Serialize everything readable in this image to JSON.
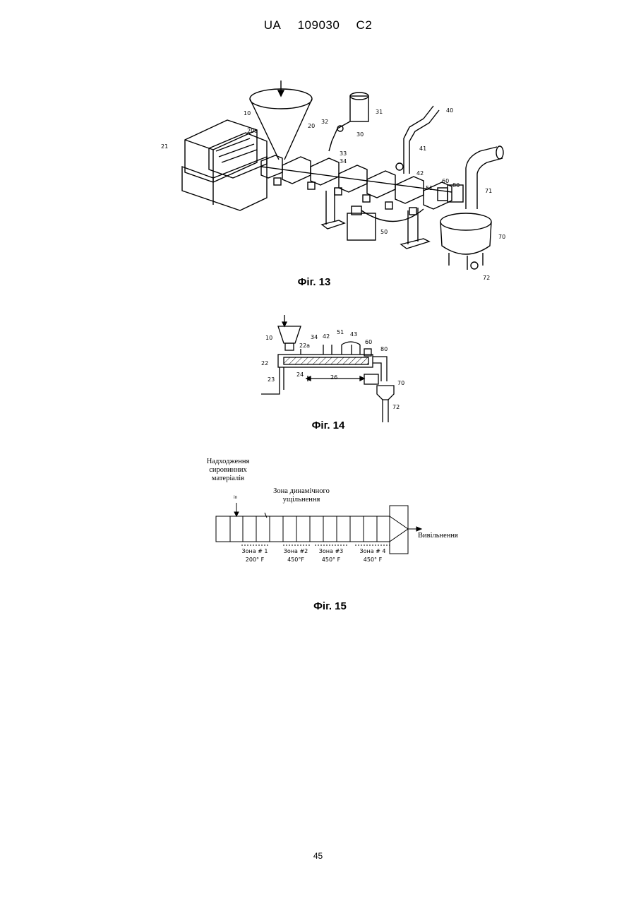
{
  "header": {
    "country": "UA",
    "number": "109030",
    "kind": "C2"
  },
  "fig13": {
    "caption": "Фіг. 13",
    "labels": [
      "10",
      "20a",
      "20",
      "21",
      "31",
      "32",
      "30",
      "33",
      "34",
      "40",
      "41",
      "42",
      "51",
      "60",
      "80",
      "71",
      "70",
      "72",
      "50"
    ]
  },
  "fig14": {
    "caption": "Фіг. 14",
    "labels": [
      "10",
      "22a",
      "34",
      "42",
      "51",
      "43",
      "60",
      "80",
      "22",
      "23",
      "24",
      "26",
      "70",
      "72"
    ]
  },
  "fig15": {
    "caption": "Фіг. 15",
    "feed_label": "Надходження сировинних матеріалів",
    "in_label": "in",
    "zone_label": "Зона динамічного ущільнення",
    "release_label": "Вивільнення",
    "zones": [
      {
        "name": "Зона # 1",
        "temp": "200° F"
      },
      {
        "name": "Зона #2",
        "temp": "450°F"
      },
      {
        "name": "Зона #3",
        "temp": "450° F"
      },
      {
        "name": "Зона # 4",
        "temp": "450° F"
      }
    ]
  },
  "page_number": "45"
}
